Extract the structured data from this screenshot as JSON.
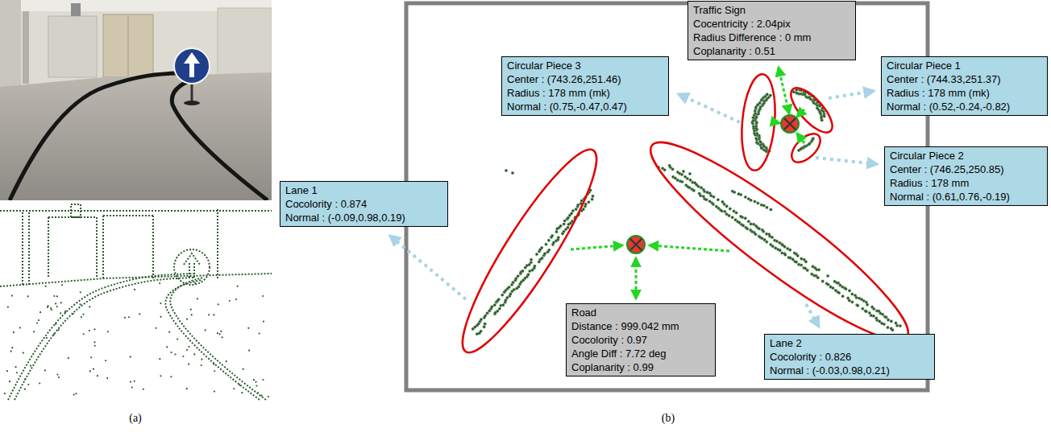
{
  "diagram": {
    "nodes": [
      {
        "text": [
          "Traffic Sign",
          "Cocentricity : 2.04pix",
          "Radius Difference : 0 mm",
          "Coplanarity : 0.51"
        ]
      },
      {
        "text": [
          "Circular Piece 3",
          "Center : (743.26,251.46)",
          "Radius : 178 mm (mk)",
          "Normal : (0.75,-0.47,0.47)"
        ]
      },
      {
        "text": [
          "Circular Piece 1",
          "Center : (744.33,251.37)",
          "Radius : 178 mm (mk)",
          "Normal : (0.52,-0.24,-0.82)"
        ]
      },
      {
        "text": [
          "Circular Piece 2",
          "Center : (746.25,250.85)",
          "Radius : 178 mm",
          "Normal : (0.61,0.76,-0.19)"
        ]
      },
      {
        "text": [
          "Lane 1",
          "Cocolority : 0.874",
          "Normal : (-0.09,0.98,0.19)"
        ]
      },
      {
        "text": [
          "Road",
          "Distance : 999.042 mm",
          "Cocolority : 0.97",
          "Angle Diff : 7.72 deg",
          "Coplanarity : 0.99"
        ]
      },
      {
        "text": [
          "Lane 2",
          "Cocolority : 0.826",
          "Normal : (-0.03,0.98,0.21)"
        ]
      }
    ],
    "labels": [
      "(a)",
      "(b)"
    ]
  }
}
